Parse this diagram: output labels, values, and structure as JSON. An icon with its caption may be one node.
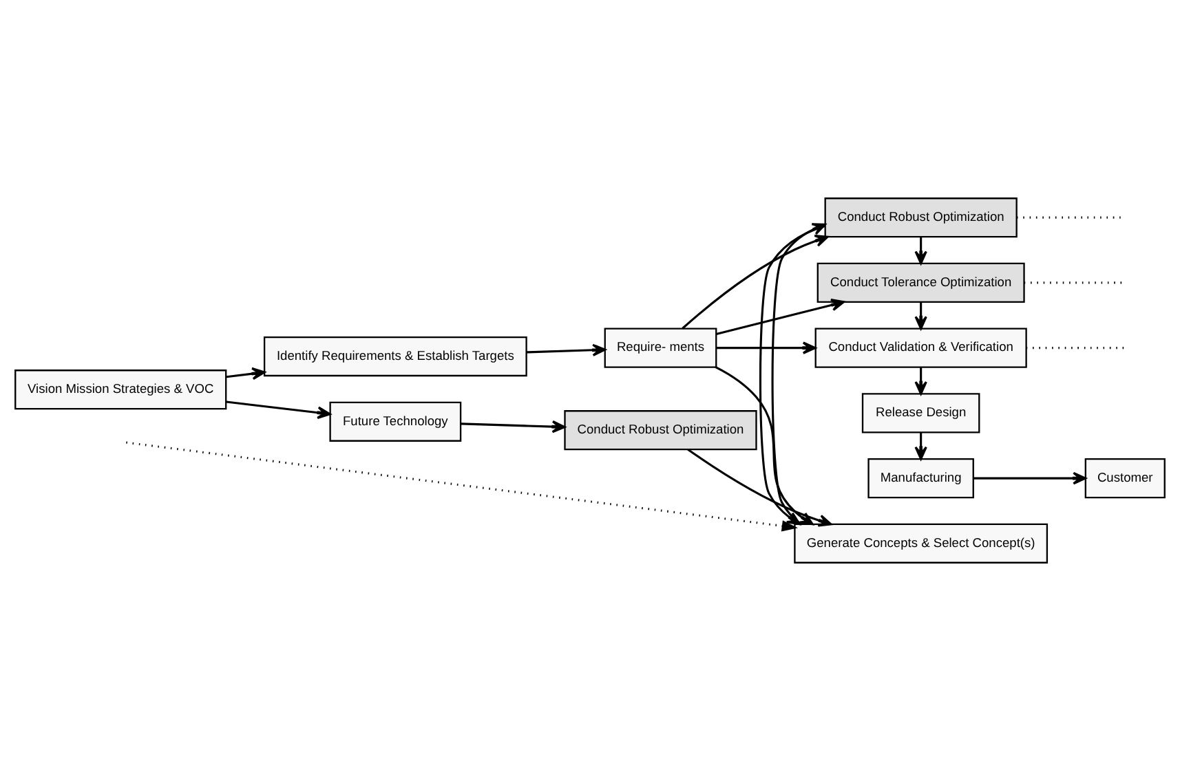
{
  "diagram": {
    "nodes": [
      {
        "text": [
          "Vision Mission Strategies & VOC"
        ]
      },
      {
        "text": [
          "Future Technology"
        ]
      },
      {
        "text": [
          "Conduct Robust Optimization"
        ]
      },
      {
        "text": [
          "Generate Concepts & Select Concept(s)"
        ]
      },
      {
        "text": [
          "Identify Requirements & Establish Targets"
        ]
      },
      {
        "text": [
          "Require- ments"
        ]
      },
      {
        "text": [
          "Conduct Robust Optimization"
        ]
      },
      {
        "text": [
          "Conduct Tolerance Optimization"
        ]
      },
      {
        "text": [
          "Conduct Validation & Verification"
        ]
      },
      {
        "text": [
          "Release Design"
        ]
      },
      {
        "text": [
          "Manufacturing"
        ]
      },
      {
        "text": [
          "Customer"
        ]
      }
    ],
    "edges": [
      {
        "from": 0,
        "to": 1,
        "arrow": "to"
      },
      {
        "from": 1,
        "to": 2,
        "arrow": "to"
      },
      {
        "from": 2,
        "to": 3,
        "arrow": "to"
      },
      {
        "from": 0,
        "to": 4,
        "arrow": "to"
      },
      {
        "from": 4,
        "to": 5,
        "arrow": "to"
      },
      {
        "from": 5,
        "to": 3,
        "arrow": "to"
      },
      {
        "from": 5,
        "to": 6,
        "arrow": "to"
      },
      {
        "from": 5,
        "to": 7,
        "arrow": "to"
      },
      {
        "from": 5,
        "to": 8,
        "arrow": "to"
      },
      {
        "from": 3,
        "to": 6,
        "arrow": "to"
      },
      {
        "from": 6,
        "to": 3,
        "arrow": "to"
      },
      {
        "from": 6,
        "to": 7,
        "arrow": "to"
      },
      {
        "from": 7,
        "to": 8,
        "arrow": "to"
      },
      {
        "from": 8,
        "to": 9,
        "arrow": "to"
      },
      {
        "from": 9,
        "to": 10,
        "arrow": "to"
      },
      {
        "from": 10,
        "to": 11,
        "arrow": "to"
      },
      {
        "from": null,
        "to": 3,
        "arrow": "to",
        "style": "dashed"
      },
      {
        "from": 6,
        "to": null,
        "arrow": "none",
        "style": "dashed"
      },
      {
        "from": 7,
        "to": null,
        "arrow": "none",
        "style": "dashed"
      },
      {
        "from": 8,
        "to": null,
        "arrow": "none",
        "style": "dashed"
      }
    ]
  }
}
